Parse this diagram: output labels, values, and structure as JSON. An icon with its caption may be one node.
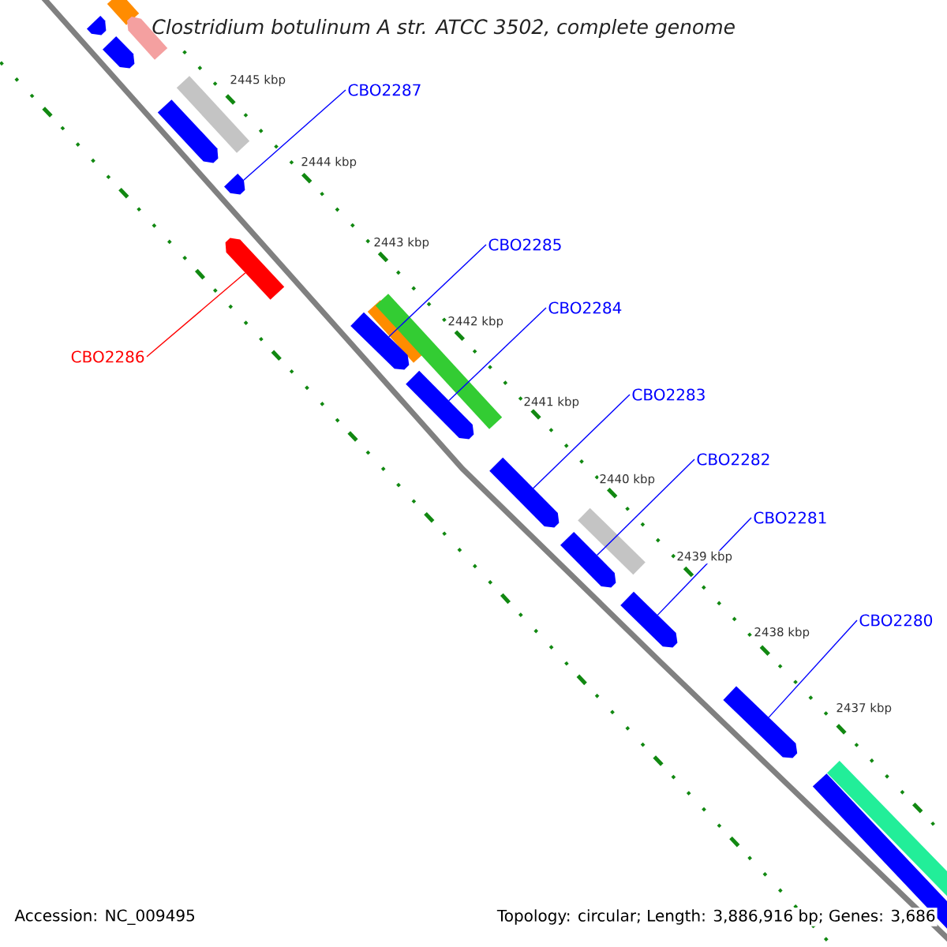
{
  "diagram": {
    "title": "Clostridium botulinum A str. ATCC 3502, complete genome",
    "nodes": [
      {
        "text": [
          "CBO2287"
        ]
      },
      {
        "text": [
          "CBO2285"
        ]
      },
      {
        "text": [
          "CBO2284"
        ]
      },
      {
        "text": [
          "CBO2286"
        ]
      },
      {
        "text": [
          "CBO2283"
        ]
      },
      {
        "text": [
          "CBO2282"
        ]
      },
      {
        "text": [
          "CBO2281"
        ]
      },
      {
        "text": [
          "CBO2280"
        ]
      },
      {
        "text": [],
        "shape": "bar"
      },
      {
        "text": [],
        "shape": "bar"
      },
      {
        "text": [],
        "shape": "bar"
      },
      {
        "text": [],
        "shape": "bar"
      },
      {
        "text": [],
        "shape": "bar"
      },
      {
        "text": [],
        "shape": "bar"
      },
      {
        "text": [],
        "shape": "bar"
      },
      {
        "text": [],
        "shape": "bar"
      },
      {
        "text": [],
        "shape": "bar"
      },
      {
        "text": [],
        "shape": "bar"
      },
      {
        "text": [],
        "shape": "bar"
      },
      {
        "text": [],
        "shape": "bar"
      },
      {
        "text": [],
        "shape": "bar"
      },
      {
        "text": [],
        "shape": "bar"
      },
      {
        "text": [],
        "shape": "bar"
      },
      {
        "text": [],
        "shape": "bar"
      },
      {
        "text": [],
        "shape": "bar"
      },
      {
        "text": [],
        "shape": "bar"
      },
      {
        "text": [],
        "shape": "bar"
      }
    ],
    "edges": [
      {
        "from": 0,
        "to": 14,
        "arrow": "none"
      },
      {
        "from": 1,
        "to": 17,
        "arrow": "none"
      },
      {
        "from": 2,
        "to": 19,
        "arrow": "none"
      },
      {
        "from": 3,
        "to": 15,
        "arrow": "none",
        "color": "#ff0000"
      },
      {
        "from": 4,
        "to": 20,
        "arrow": "none"
      },
      {
        "from": 5,
        "to": 22,
        "arrow": "none"
      },
      {
        "from": 6,
        "to": 23,
        "arrow": "none"
      },
      {
        "from": 7,
        "to": 24,
        "arrow": "none"
      }
    ],
    "labels": [
      "2445 kbp",
      "2444 kbp",
      "2443 kbp",
      "2442 kbp",
      "2441 kbp",
      "2440 kbp",
      "2439 kbp",
      "2438 kbp",
      "2437 kbp",
      "Accession: NC_009495",
      "Topology: circular; Length: 3,886,916 bp; Genes: 3,686"
    ]
  }
}
